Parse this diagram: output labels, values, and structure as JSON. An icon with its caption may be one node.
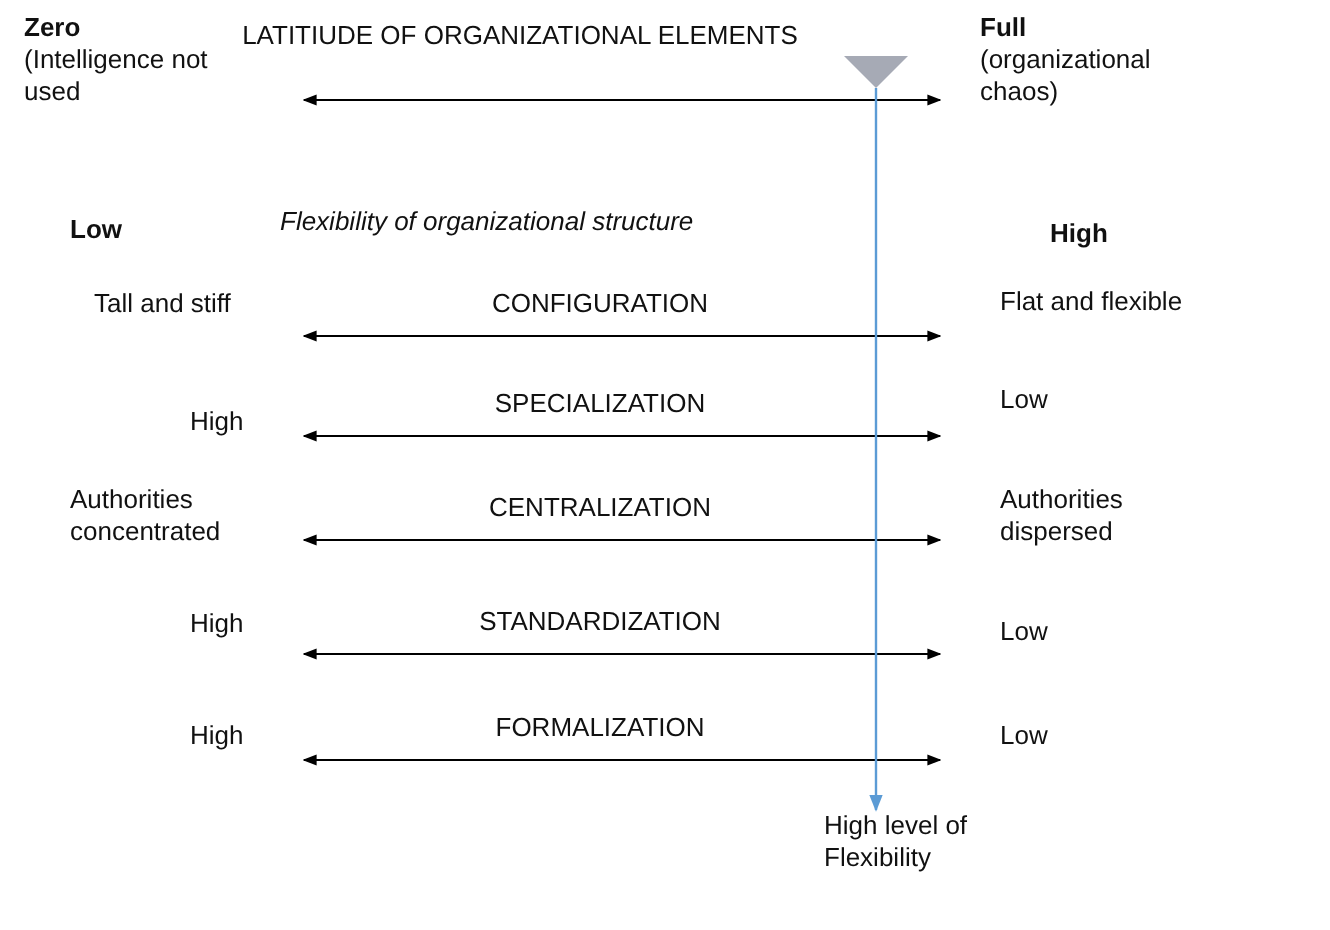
{
  "diagram": {
    "nodes": [
      {
        "text": [
          "Zero",
          "(Intelligence not used"
        ]
      },
      {
        "text": [
          "Full",
          "(organizational chaos)"
        ]
      },
      {
        "text": [],
        "shape": "triangle"
      },
      {
        "text": [
          "Tall and stiff"
        ]
      },
      {
        "text": [
          "Flat and flexible"
        ]
      },
      {
        "text": [
          "High"
        ]
      },
      {
        "text": [
          "Low"
        ]
      },
      {
        "text": [
          "Authorities concentrated"
        ]
      },
      {
        "text": [
          "Authorities dispersed"
        ]
      },
      {
        "text": [
          "High"
        ]
      },
      {
        "text": [
          "Low"
        ]
      },
      {
        "text": [
          "High"
        ]
      },
      {
        "text": [
          "Low"
        ]
      },
      {
        "text": [
          "High level of Flexibility"
        ]
      }
    ],
    "edges": [
      {
        "from": 0,
        "to": 1,
        "arrow": "both",
        "label": "LATITIUDE OF ORGANIZATIONAL ELEMENTS"
      },
      {
        "from": 3,
        "to": 4,
        "arrow": "both",
        "label": "CONFIGURATION"
      },
      {
        "from": 5,
        "to": 6,
        "arrow": "both",
        "label": "SPECIALIZATION"
      },
      {
        "from": 7,
        "to": 8,
        "arrow": "both",
        "label": "CENTRALIZATION"
      },
      {
        "from": 9,
        "to": 10,
        "arrow": "both",
        "label": "STANDARDIZATION"
      },
      {
        "from": 11,
        "to": 12,
        "arrow": "both",
        "label": "FORMALIZATION"
      },
      {
        "from": 2,
        "to": 13,
        "arrow": "to",
        "color": "#5b9bd5"
      }
    ],
    "labels": [
      "Low",
      "Flexibility of organizational structure",
      "High"
    ]
  }
}
